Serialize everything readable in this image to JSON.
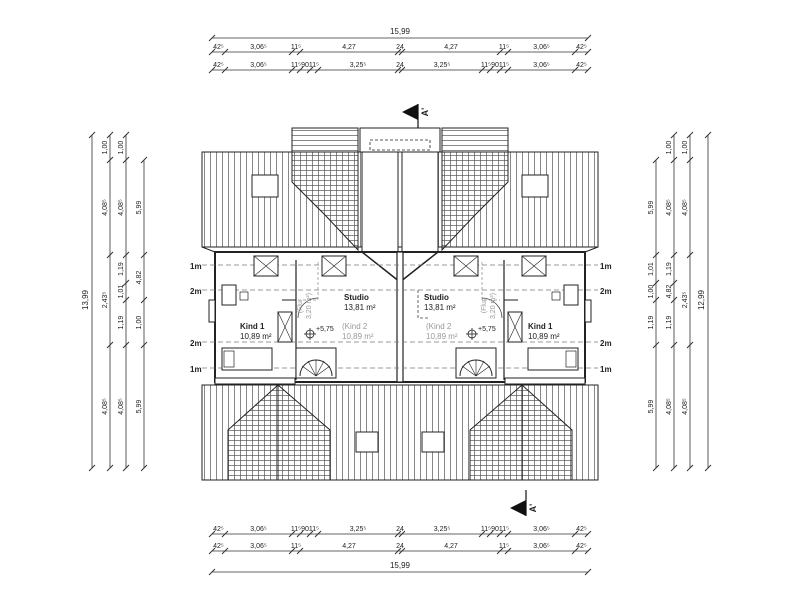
{
  "dims_top": {
    "total": "15,99",
    "row1": [
      "42⁵",
      "3,06⁵",
      "11⁵",
      "4,27",
      "24",
      "4,27",
      "11⁵",
      "3,06⁵",
      "42⁵"
    ],
    "row2": [
      "42⁵",
      "3,06⁵",
      "11⁵",
      "90",
      "11⁵",
      "3,25⁵",
      "24",
      "3,25⁵",
      "11⁵",
      "90",
      "11⁵",
      "3,06⁵",
      "42⁵"
    ]
  },
  "dims_bottom": {
    "total": "15,99",
    "row1": [
      "42⁵",
      "3,06⁵",
      "11⁵",
      "90",
      "11⁵",
      "3,25⁵",
      "24",
      "3,25⁵",
      "11⁵",
      "90",
      "11⁵",
      "3,06⁵",
      "42⁵"
    ],
    "row2": [
      "42⁵",
      "3,06⁵",
      "11⁵",
      "4,27",
      "24",
      "4,27",
      "11⁵",
      "3,06⁵",
      "42⁵"
    ]
  },
  "dims_left": {
    "col1_total": "13,99",
    "col2": [
      "1,00",
      "4,08⁵",
      "2,43⁵",
      "4,08⁵"
    ],
    "col3": [
      "1,00",
      "4,08⁵",
      "1,19",
      "1,01",
      "1,19",
      "4,08⁵"
    ],
    "col4": [
      "5,99",
      "4,82",
      "1,00",
      "5,99"
    ]
  },
  "dims_right": {
    "col1": [
      "5,99",
      "1,01",
      "1,00",
      "1,19",
      "5,99"
    ],
    "col2": [
      "1,00",
      "4,08⁵",
      "1,19",
      "4,82",
      "1,19",
      "4,08⁵"
    ],
    "col3": [
      "1,00",
      "4,08⁵",
      "2,43⁵",
      "4,08⁵"
    ],
    "col4_total": "12,99"
  },
  "section_mark": "A'",
  "height_lines": [
    "1m",
    "2m",
    "2m",
    "1m"
  ],
  "rooms": {
    "studio_left": {
      "name": "Studio",
      "area": "13,81 m²"
    },
    "studio_right": {
      "name": "Studio",
      "area": "13,81 m²"
    },
    "kind1_left": {
      "name": "Kind 1",
      "area": "10,89 m²"
    },
    "kind1_right": {
      "name": "Kind 1",
      "area": "10,89 m²"
    },
    "kind2_left": {
      "name": "(Kind 2",
      "area": "10,89 m²"
    },
    "kind2_right": {
      "name": "(Kind 2",
      "area": "10,89 m²"
    },
    "flur_left": {
      "name": "(Flur",
      "area": "3,20 m²)"
    },
    "flur_right": {
      "name": "(Flur",
      "area": "3,20 m²)"
    }
  },
  "level": "+5,75"
}
